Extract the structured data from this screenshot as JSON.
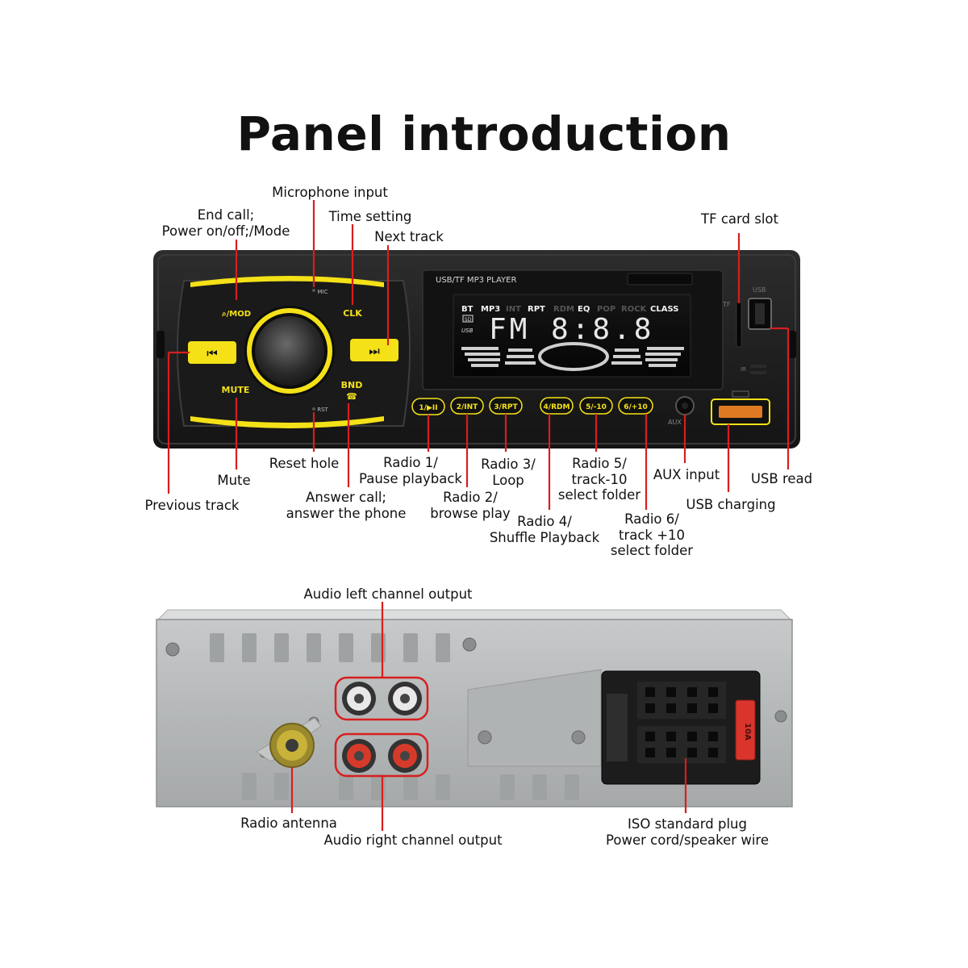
{
  "title": "Panel introduction",
  "front_panel": {
    "brand_label": "USB/TF MP3 PLAYER",
    "mic_label": "MIC",
    "rst_label": "RST",
    "aux_label": "AUX",
    "usb_label": "USB",
    "tf_label": "TF",
    "ir_label": "IR",
    "buttons": {
      "mod": "⌕/MOD",
      "clk": "CLK",
      "mute": "MUTE",
      "bnd": "BND",
      "prev": "⏮",
      "next": "⏭"
    },
    "preset_buttons": [
      "1/▶II",
      "2/INT",
      "3/RPT",
      "4/RDM",
      "5/-10",
      "6/+10"
    ],
    "display": {
      "indicators": [
        "BT",
        "MP3",
        "INT",
        "RPT",
        "RDM",
        "EQ",
        "POP",
        "ROCK",
        "CLASS"
      ],
      "readout": "FM  8:8.8",
      "sd_tag": "SD",
      "usb_tag": "USB"
    }
  },
  "labels": {
    "end_call": "End call;\nPower on/off;/Mode",
    "microphone": "Microphone input",
    "time_setting": "Time setting",
    "next_track": "Next track",
    "tf_slot": "TF card slot",
    "previous_track": "Previous track",
    "mute": "Mute",
    "reset_hole": "Reset hole",
    "answer_call": "Answer call;\nanswer the phone",
    "radio1": "Radio 1/\nPause playback",
    "radio2": "Radio 2/\nbrowse play",
    "radio3": "Radio 3/\nLoop",
    "radio4": "Radio 4/\nShuffle Playback",
    "radio5": "Radio 5/\ntrack-10\nselect folder",
    "radio6": "Radio 6/\ntrack +10\nselect folder",
    "aux_input": "AUX input",
    "usb_charging": "USB charging",
    "usb_read": "USB read",
    "audio_left": "Audio left channel output",
    "radio_antenna": "Radio antenna",
    "audio_right": "Audio right channel output",
    "iso_plug": "ISO standard plug\nPower cord/speaker wire"
  },
  "rear_panel": {
    "fuse_label": "10A",
    "colors": {
      "accent": "#f4e117",
      "callout": "#d81e1e",
      "rca_white": "#e8e8e8",
      "rca_red": "#d63a2a",
      "antenna": "#c9b23a",
      "fuse": "#d9352c"
    }
  }
}
